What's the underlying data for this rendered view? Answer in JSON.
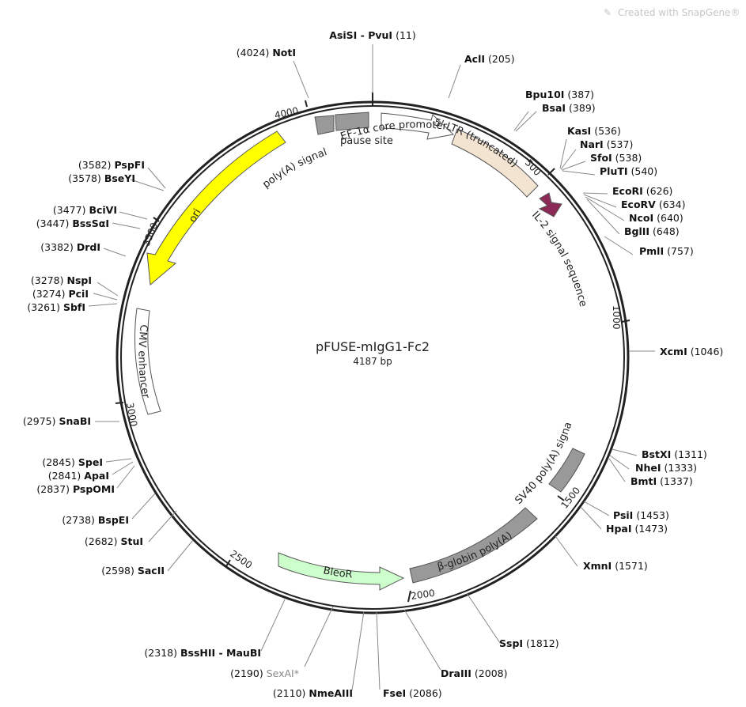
{
  "plasmid": {
    "name": "pFUSE-mIgG1-Fc2",
    "length_label": "4187 bp",
    "length": 4187
  },
  "watermark": {
    "text": "Created with SnapGene®"
  },
  "ticks": [
    {
      "label": "500",
      "pos": 500
    },
    {
      "label": "1000",
      "pos": 1000
    },
    {
      "label": "1500",
      "pos": 1500
    },
    {
      "label": "2000",
      "pos": 2000
    },
    {
      "label": "2500",
      "pos": 2500
    },
    {
      "label": "3000",
      "pos": 3000
    },
    {
      "label": "3500",
      "pos": 3500
    },
    {
      "label": "4000",
      "pos": 4000
    }
  ],
  "features": [
    {
      "name": "pause site",
      "color": "#999999",
      "type": "box"
    },
    {
      "name": "poly(A) signal",
      "color": "#999999",
      "type": "box"
    },
    {
      "name": "EF-1α core promoter",
      "color": "#ffffff",
      "type": "arrow"
    },
    {
      "name": "5' LTR (truncated)",
      "color": "#f3e3d1",
      "type": "box"
    },
    {
      "name": "IL-2 signal sequence",
      "color": "#8c2a57",
      "type": "arrow"
    },
    {
      "name": "ori",
      "color": "#ffff00",
      "type": "arrow"
    },
    {
      "name": "CMV enhancer",
      "color": "#ffffff",
      "type": "box"
    },
    {
      "name": "SV40 poly(A) signal",
      "color": "#999999",
      "type": "box"
    },
    {
      "name": "β-globin poly(A)",
      "color": "#999999",
      "type": "box"
    },
    {
      "name": "BleoR",
      "color": "#ccffcc",
      "type": "arrow"
    }
  ],
  "sites": [
    {
      "name": "AsiSI - PvuI",
      "pos": "(11)",
      "order": "name-first"
    },
    {
      "name": "AclI",
      "pos": "(205)",
      "order": "name-first"
    },
    {
      "name": "Bpu10I",
      "pos": "(387)",
      "order": "name-first"
    },
    {
      "name": "BsaI",
      "pos": "(389)",
      "order": "name-first"
    },
    {
      "name": "KasI",
      "pos": "(536)",
      "order": "name-first"
    },
    {
      "name": "NarI",
      "pos": "(537)",
      "order": "name-first"
    },
    {
      "name": "SfoI",
      "pos": "(538)",
      "order": "name-first"
    },
    {
      "name": "PluTI",
      "pos": "(540)",
      "order": "name-first"
    },
    {
      "name": "EcoRI",
      "pos": "(626)",
      "order": "name-first"
    },
    {
      "name": "EcoRV",
      "pos": "(634)",
      "order": "name-first"
    },
    {
      "name": "NcoI",
      "pos": "(640)",
      "order": "name-first"
    },
    {
      "name": "BglII",
      "pos": "(648)",
      "order": "name-first"
    },
    {
      "name": "PmlI",
      "pos": "(757)",
      "order": "name-first"
    },
    {
      "name": "XcmI",
      "pos": "(1046)",
      "order": "name-first"
    },
    {
      "name": "BstXI",
      "pos": "(1311)",
      "order": "name-first"
    },
    {
      "name": "NheI",
      "pos": "(1333)",
      "order": "name-first"
    },
    {
      "name": "BmtI",
      "pos": "(1337)",
      "order": "name-first"
    },
    {
      "name": "PsiI",
      "pos": "(1453)",
      "order": "name-first"
    },
    {
      "name": "HpaI",
      "pos": "(1473)",
      "order": "name-first"
    },
    {
      "name": "XmnI",
      "pos": "(1571)",
      "order": "name-first"
    },
    {
      "name": "SspI",
      "pos": "(1812)",
      "order": "name-first"
    },
    {
      "name": "DraIII",
      "pos": "(2008)",
      "order": "name-first"
    },
    {
      "name": "FseI",
      "pos": "(2086)",
      "order": "name-first"
    },
    {
      "name": "NmeAIII",
      "pos": "(2110)",
      "order": "pos-first"
    },
    {
      "name": "SexAI*",
      "pos": "(2190)",
      "order": "pos-first",
      "muted": true
    },
    {
      "name": "BssHII - MauBI",
      "pos": "(2318)",
      "order": "pos-first"
    },
    {
      "name": "SacII",
      "pos": "(2598)",
      "order": "pos-first"
    },
    {
      "name": "StuI",
      "pos": "(2682)",
      "order": "pos-first"
    },
    {
      "name": "BspEI",
      "pos": "(2738)",
      "order": "pos-first"
    },
    {
      "name": "PspOMI",
      "pos": "(2837)",
      "order": "pos-first"
    },
    {
      "name": "ApaI",
      "pos": "(2841)",
      "order": "pos-first"
    },
    {
      "name": "SpeI",
      "pos": "(2845)",
      "order": "pos-first"
    },
    {
      "name": "SnaBI",
      "pos": "(2975)",
      "order": "pos-first"
    },
    {
      "name": "SbfI",
      "pos": "(3261)",
      "order": "pos-first"
    },
    {
      "name": "PciI",
      "pos": "(3274)",
      "order": "pos-first"
    },
    {
      "name": "NspI",
      "pos": "(3278)",
      "order": "pos-first"
    },
    {
      "name": "DrdI",
      "pos": "(3382)",
      "order": "pos-first"
    },
    {
      "name": "BssSαI",
      "pos": "(3447)",
      "order": "pos-first"
    },
    {
      "name": "BciVI",
      "pos": "(3477)",
      "order": "pos-first"
    },
    {
      "name": "BseYI",
      "pos": "(3578)",
      "order": "pos-first"
    },
    {
      "name": "PspFI",
      "pos": "(3582)",
      "order": "pos-first"
    },
    {
      "name": "NotI",
      "pos": "(4024)",
      "order": "pos-first"
    }
  ]
}
